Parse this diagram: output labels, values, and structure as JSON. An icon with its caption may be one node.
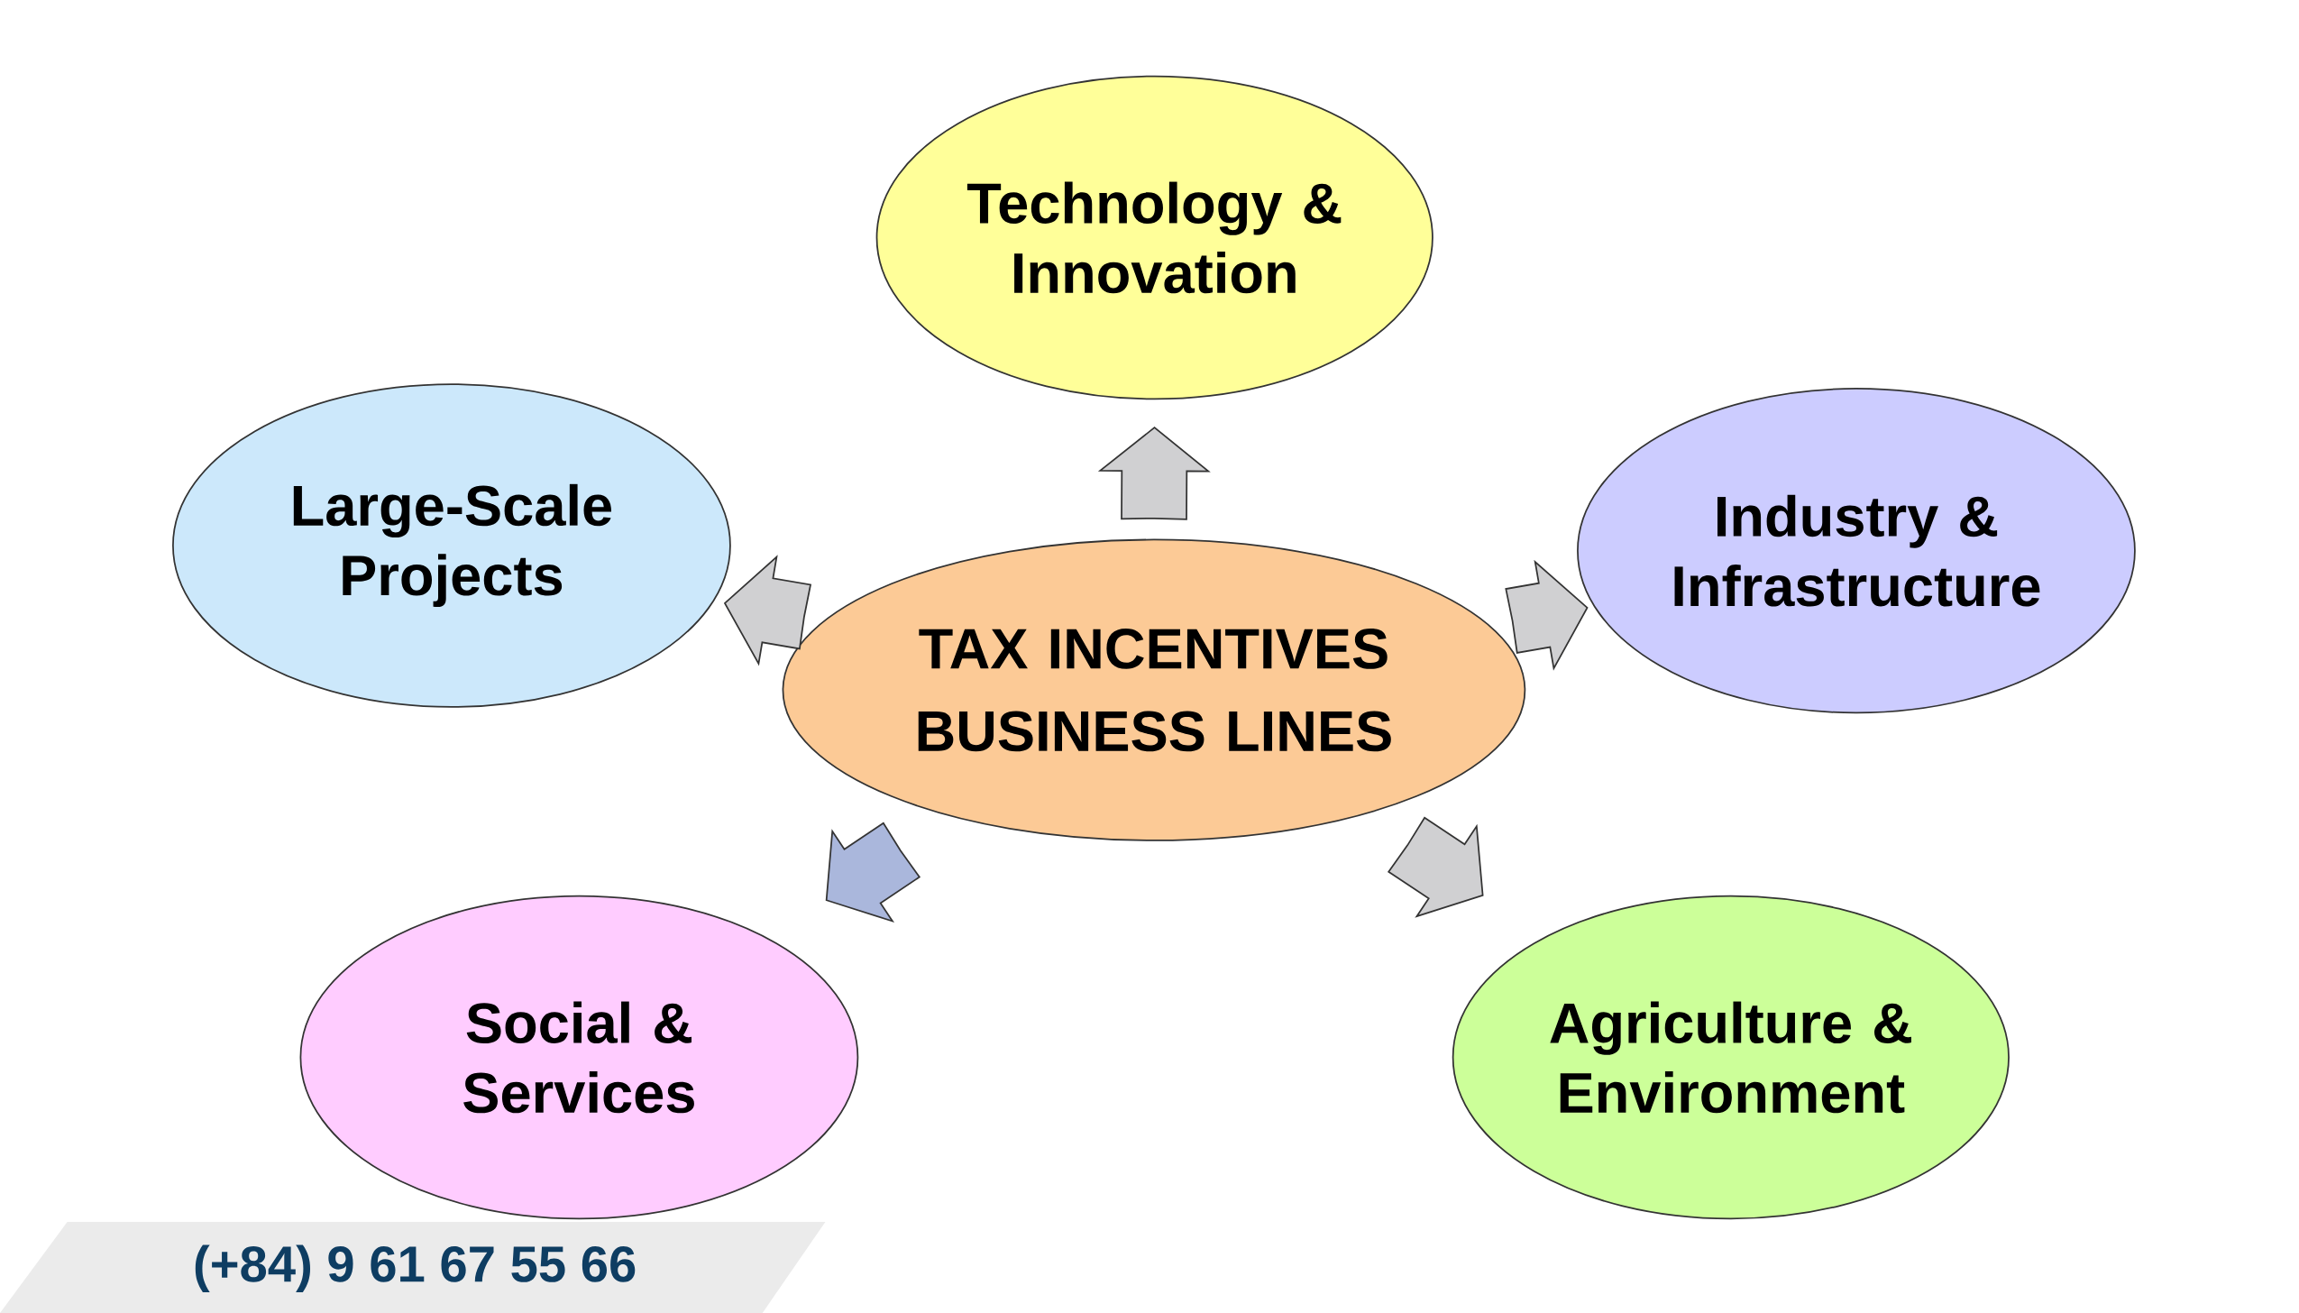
{
  "diagram": {
    "nodes": [
      {
        "text": [
          "Technology & Innovation"
        ]
      },
      {
        "text": [
          "Large-Scale Projects"
        ]
      },
      {
        "text": [
          "Industry & Infrastructure"
        ]
      },
      {
        "text": [
          "TAX INCENTIVES BUSINESS LINES"
        ]
      },
      {
        "text": [
          "Social & Services"
        ]
      },
      {
        "text": [
          "Agriculture & Environment"
        ]
      },
      {
        "text": [
          "(+84) 9 61 67 55 66"
        ]
      }
    ],
    "edges": [
      {
        "from": 3,
        "to": 0,
        "arrow": "to"
      },
      {
        "from": 3,
        "to": 1,
        "arrow": "to"
      },
      {
        "from": 3,
        "to": 2,
        "arrow": "to"
      },
      {
        "from": 3,
        "to": 4,
        "arrow": "to",
        "color": "#aab7dc"
      },
      {
        "from": 3,
        "to": 5,
        "arrow": "to"
      }
    ]
  }
}
